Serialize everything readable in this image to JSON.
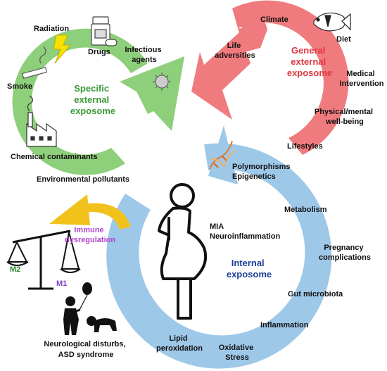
{
  "colors": {
    "specific": "#8dcf7a",
    "specific_text": "#3a9b35",
    "general": "#f07b7e",
    "general_text": "#e0363d",
    "internal": "#9ec8e8",
    "internal_text": "#1f3e9a",
    "immune_arrow": "#f2c21c",
    "immune_text": "#b23fcf",
    "m2": "#2f8a2f",
    "m1": "#7b3ec9",
    "ink": "#111111"
  },
  "specific": {
    "title": [
      "Specific",
      "external",
      "exposome"
    ],
    "items": {
      "radiation": "Radiation",
      "drugs": "Drugs",
      "infectious": [
        "Infectious",
        "agents"
      ],
      "smoke": "Smoke",
      "chemical": "Chemical contaminants",
      "environmental": "Environmental pollutants"
    }
  },
  "general": {
    "title": [
      "General",
      "external",
      "exposome"
    ],
    "items": {
      "climate": "Climate",
      "diet": "Diet",
      "life": [
        "Life",
        "adversities"
      ],
      "medical": [
        "Medical",
        "Intervention"
      ],
      "physical": [
        "Physical/mental",
        "well-being"
      ],
      "lifestyles": "Lifestyles"
    }
  },
  "internal": {
    "title": [
      "Internal",
      "exposome"
    ],
    "items": {
      "polymorphisms": [
        "Polymorphisms",
        "Epigenetics"
      ],
      "metabolism": "Metabolism",
      "pregnancy": [
        "Pregnancy",
        "complications"
      ],
      "gut": "Gut microbiota",
      "inflammation": "Inflammation",
      "oxidative": [
        "Oxidative",
        "Stress"
      ],
      "lipid": [
        "Lipid",
        "peroxidation"
      ],
      "mia": [
        "MIA",
        "Neuroinflammation"
      ]
    }
  },
  "immune": {
    "label": [
      "Immune",
      "dysregulation"
    ],
    "m2": "M2",
    "m1": "M1"
  },
  "outcome": [
    "Neurological disturbs,",
    "ASD syndrome"
  ],
  "icons": [
    "radiation-icon",
    "drug-bottle-icon",
    "virus-icon",
    "cigarette-icon",
    "factory-icon",
    "fish-icon",
    "dna-icon",
    "pregnant-woman-icon",
    "balance-scale-icon",
    "child-balloon-icon",
    "crawling-baby-icon"
  ]
}
